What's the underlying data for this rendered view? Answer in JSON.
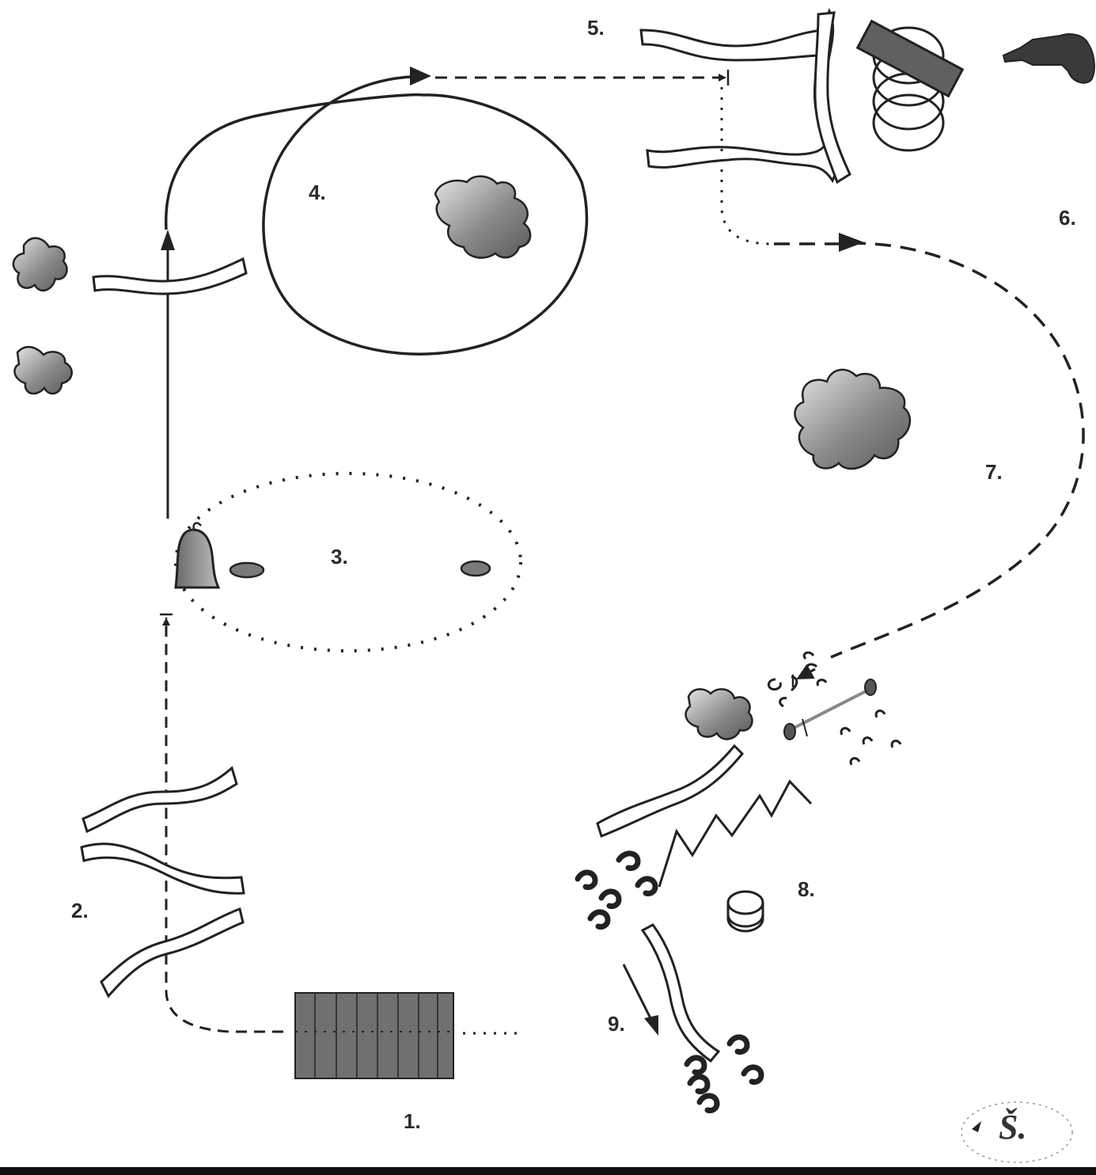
{
  "steps": {
    "s1": "1.",
    "s2": "2.",
    "s3": "3.",
    "s4": "4.",
    "s5": "5.",
    "s6": "6.",
    "s7": "7.",
    "s8": "8.",
    "s9": "9."
  },
  "signature": "Š.",
  "colors": {
    "ink": "#222222",
    "blob_dark": "#6e6e6e",
    "blob_light": "#d8d8d8",
    "block": "#707070",
    "paper": "#ffffff"
  }
}
